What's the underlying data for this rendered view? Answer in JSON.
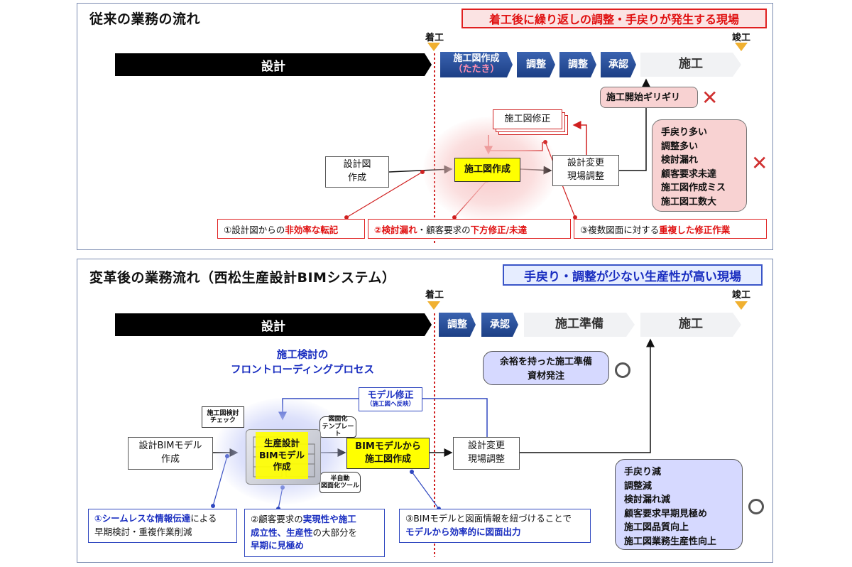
{
  "top": {
    "title": "従来の業務の流れ",
    "banner": "着工後に繰り返しの調整・手戻りが発生する現場",
    "bar_design": "設計",
    "milestone_start": "着工",
    "milestone_end": "竣工",
    "stages": [
      {
        "line1": "施工図作成",
        "line2": "（たたき）"
      },
      {
        "line1": "調整"
      },
      {
        "line1": "調整"
      },
      {
        "line1": "承認"
      }
    ],
    "construction": "施工",
    "start_limit": "施工開始ギリギリ",
    "box_design_drawing": "設計図\n作成",
    "box_shop_drawing": "施工図作成",
    "box_revision": "施工図修正",
    "box_change": "設計変更\n現場調整",
    "callout_items": "手戻り多い\n調整多い\n検討漏れ\n顧客要求未達\n施工図作成ミス\n施工図工数大",
    "notes": [
      {
        "pre": "①設計図からの",
        "bold": "非効率な転記",
        "post": ""
      },
      {
        "pre": "",
        "bold": "②検討漏れ",
        "mid": "・顧客要求の",
        "bold2": "下方修正/未達"
      },
      {
        "pre": "③複数図面に対する",
        "bold": "重複した修正作業",
        "post": ""
      }
    ],
    "cross": "✕"
  },
  "bottom": {
    "title": "変革後の業務流れ（西松生産設計BIMシステム）",
    "banner": "手戻り・調整が少ない生産性が高い現場",
    "bar_design": "設計",
    "milestone_start": "着工",
    "milestone_end": "竣工",
    "stages": [
      "調整",
      "承認"
    ],
    "prep": "施工準備",
    "construction": "施工",
    "front_loading": "施工検討の\nフロントローディングプロセス",
    "prep_callout": "余裕を持った施工準備\n資材発注",
    "model_fix": "モデル修正",
    "model_fix_sub": "（施工図へ反映）",
    "check_tag": "施工図検討\nチェック",
    "template_tag": "図面化\nテンプレート",
    "auto_tag": "半自動\n図面化ツール",
    "box_bim_design": "設計BIMモデル\n作成",
    "box_production": "生産設計\nBIMモデル\n作成",
    "box_from_bim": "BIMモデルから\n施工図作成",
    "box_change": "設計変更\n現場調整",
    "callout_items": "手戻り減\n調整減\n検討漏れ減\n顧客要求早期見極め\n施工図品質向上\n施工図業務生産性向上",
    "note1_bold": "①シームレスな情報伝達",
    "note1_rest": "による",
    "note1_line2": "早期検討・重複作業削減",
    "note2_pre": "②顧客要求の",
    "note2_bold": "実現性や施工",
    "note2_line2_bold": "成立性、生産性",
    "note2_line2_rest": "の大部分を",
    "note2_line3": "早期に見極め",
    "note3_line1": "③BIMモデルと図面情報を紐づけることで",
    "note3_line2": "モデルから効率的に図面出力"
  },
  "colors": {
    "red": "#e01010",
    "blue": "#1a2ec0",
    "highlight": "#ffff00",
    "milestone": "#f0b030"
  }
}
